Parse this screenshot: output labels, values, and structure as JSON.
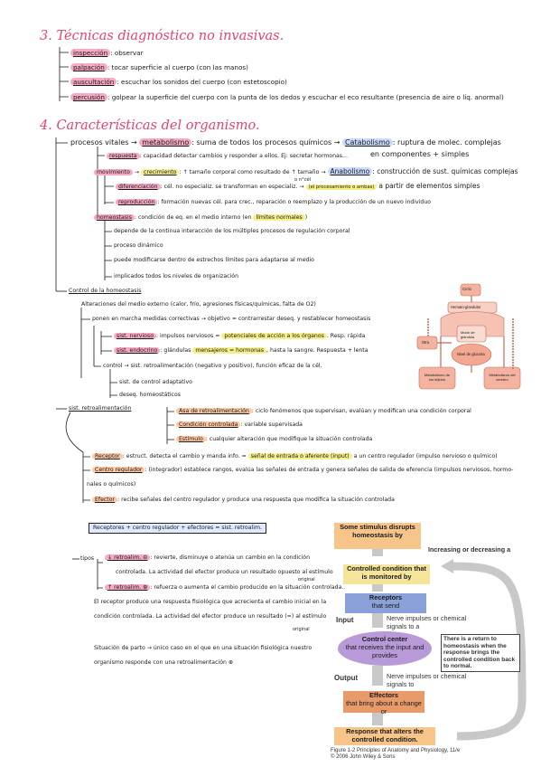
{
  "s3": {
    "title": "3. Técnicas diagnóstico no invasivas.",
    "items": [
      {
        "term": "inspección",
        "desc": ": observar"
      },
      {
        "term": "palpación",
        "desc": ": tocar superficie al cuerpo (con las manos)"
      },
      {
        "term": "auscultación",
        "desc": ": escuchar los sonidos del cuerpo (con estetoscopio)"
      },
      {
        "term": "percusión",
        "desc": ": golpear la superficie del cuerpo con la punta de los dedos y escuchar el eco resultante (presencia de aire o líq. anormal)"
      }
    ]
  },
  "s4": {
    "title": "4. Características del organismo.",
    "procesos": "procesos vitales",
    "metab": "metabolismo",
    "metab_desc": ": suma de todos los procesos químicos",
    "catab": "Catabolismo",
    "catab_desc": ": ruptura de molec. complejas",
    "catab_desc2": "en componentes + simples",
    "respuesta": "respuesta",
    "respuesta_desc": ": capacidad detectar cambios y responder a ellos. Ej: secretar hormonas...",
    "movimiento": "movimiento",
    "crecimiento": "crecimiento",
    "crec_desc": ": ↑ tamaño corporal como resultado de ↑ tamaño",
    "anab": "Anabolismo",
    "anab_desc": ": construcción de sust. químicas complejas",
    "cel_note": "o n°cél",
    "procesamiento": "(el procesamiento o ambas)",
    "anab_desc2": "a partir de elementos simples",
    "diferenciacion": "diferenciación",
    "dif_desc": ": cél. no especializ. se transforman en especializ.",
    "reproduccion": "reproducción",
    "rep_desc": ": formación nuevas cél. para crec., reparación o reemplazo y la producción de un nuevo individuo",
    "homeostasis": "homeostasis",
    "homeo_desc": ": condición de eq. en el medio interno (en",
    "homeo_limits": "límites normales",
    "homeo_desc_end": ")",
    "homeo_list": [
      "depende de la continua interacción de los múltiples procesos de regulación corporal",
      "proceso dinámico",
      "puede modificarse dentro de estrechos límites para adaptarse al medio",
      "implicados todos los niveles de organización"
    ],
    "control": "Control de la homeostasis",
    "alteraciones": "Alteraciones del medio externo (calor, frío, agresiones físicas/químicas, falta de O2)",
    "medidas": "ponen en marcha medidas correctivas → objetivo = contrarrestar deseq. y restablecer homeostasis",
    "nervioso": "sist. nervioso",
    "nervioso_desc": ": impulsos nerviosos =",
    "potenciales": "potenciales de acción a los órganos",
    "rapida": ". Resp. rápida",
    "endocrino": "sist. endocrino",
    "endocrino_desc": ": glándulas",
    "mensajeros": "mensajeros = hormonas",
    "endocrino_end": ", hasta la sangre. Respuesta + lenta",
    "control_line": "control → sist. retroalimentación (negativo y positivo), función eficaz de la cél.",
    "adaptativo": "sist. de control adaptativo",
    "deseq": "deseq. homeostáticos",
    "retro": "sist. retroalimentación",
    "asa": "Asa de retroalimentación",
    "asa_desc": ": ciclo fenómenos que supervisan, evalúan y modifican una condición corporal",
    "cond": "Condición controlada",
    "cond_desc": ": variable supervisada",
    "estimulo": "Estímulo",
    "estimulo_desc": ": cualquier alteración que modifique la situación controlada",
    "receptor": "Receptor",
    "receptor_desc": ": estruct. detecta el cambio y manda info. =",
    "senal": "señal de entrada o aferente (input)",
    "receptor_end": "a un centro regulador (impulso nervioso o químico)",
    "centro": "Centro regulador",
    "centro_desc": ": (integrador) establece rangos, evalúa las señales de entrada y genera señales de salida de eferencia (impulsos nerviosos, hormo-",
    "centro_desc2": "nales o químicos)",
    "efector": "Efector",
    "efector_desc": ": recibe señales del centro regulador y produce una respuesta que modifica la situación controlada",
    "formula": "Receptores + centro regulador + efectores = sist. retroalim.",
    "tipos": "tipos",
    "neg": "↓ retroalim. ⊖",
    "neg_desc": ": revierte, disminuye o atenúa un cambio en la condición",
    "neg_desc2": "controlada. La actividad del efector produce un resultado opuesto al estímulo",
    "original": "original",
    "pos": "↑ retroalim. ⊕",
    "pos_desc": ": refuerza o aumenta el cambio producido en la situación controlada.",
    "pos_desc2": "El receptor produce una respuesta fisiológica que acrecienta el cambio inicial en la",
    "pos_desc3": "condición controlada. La actividad del efector produce un resultado (=) al estímulo",
    "parto": "Situación de parto → único caso en el que en una situación fisiológica nuestro",
    "parto2": "organismo responde con una retroalimentación ⊕"
  },
  "small_fig": {
    "top": "Ciclo",
    "left_top": "Hemato-glandular",
    "center": "Modo de glándula",
    "left_box": "Otra",
    "center_box": "Nivel de glucosa",
    "bottom_left": "Metabolismo de los tejidos",
    "bottom_right": "Metabolismo del cerebro"
  },
  "figure": {
    "stimulus": "Some stimulus disrupts homeostasis by",
    "inc_dec": "Increasing or decreasing a",
    "controlled": "Controlled condition that is monitored by",
    "receptors": "Receptors",
    "receptors_sub": "that send",
    "input": "Input",
    "input_note": "Nerve impulses or chemical signals to a",
    "control_center": "Control center",
    "control_sub": "that receives the input and provides",
    "return_note": "There is a return to homeostasis when the response brings the controlled condition back to normal.",
    "output": "Output",
    "output_note": "Nerve impulses or chemical signals to",
    "effectors": "Effectors",
    "effectors_sub": "that bring about a change or",
    "response": "Response that alters the controlled condition.",
    "caption": "Figure 1-2 Principles of Anatomy and Physiology, 11/e",
    "copyright": "© 2006 John Wiley & Sons",
    "colors": {
      "stimulus": "#f7c58a",
      "controlled": "#f5e59a",
      "receptors": "#8aa0d8",
      "control": "#b89ad8",
      "effectors": "#e99a6a",
      "response": "#f7c58a",
      "arrow": "#c8c8c8"
    }
  }
}
